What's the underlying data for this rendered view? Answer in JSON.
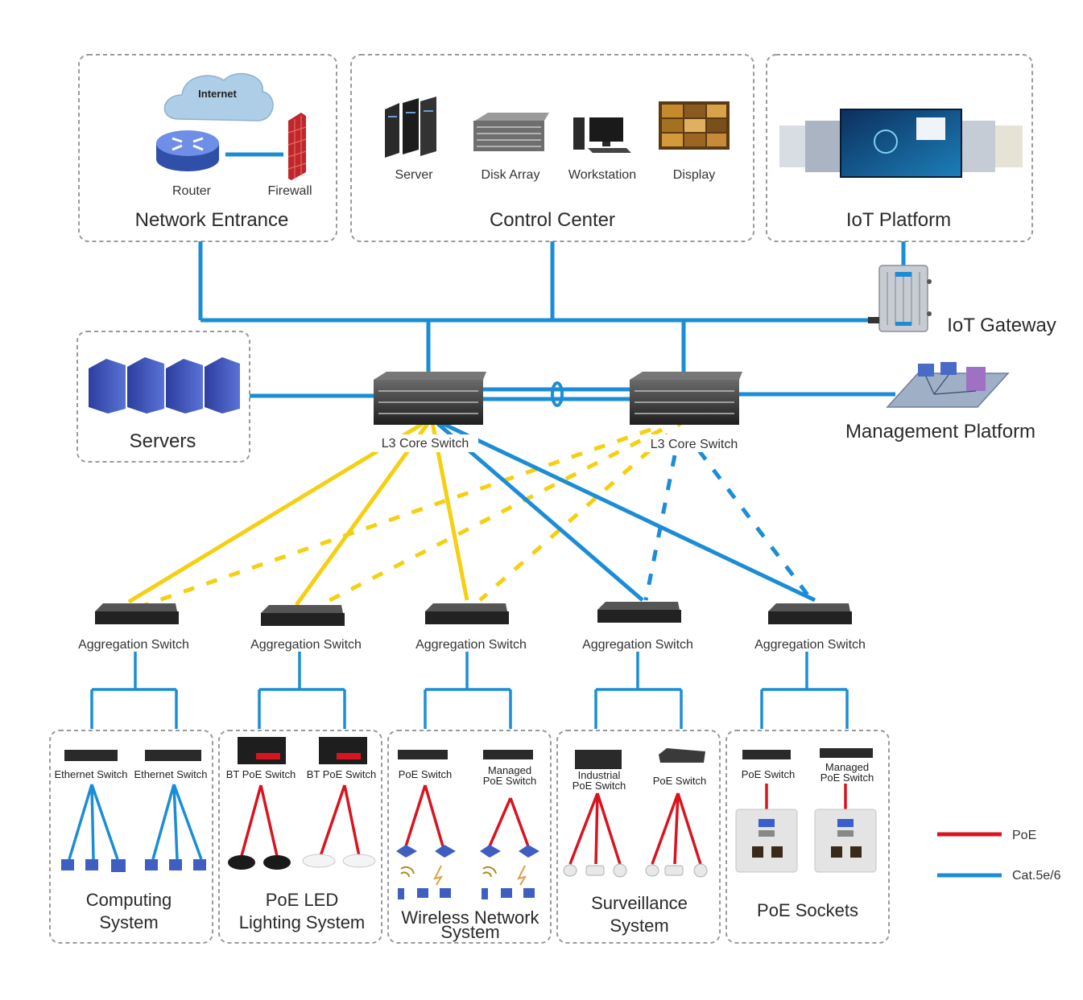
{
  "network_entrance": {
    "title": "Network Entrance",
    "internet": "Internet",
    "router": "Router",
    "firewall": "Firewall"
  },
  "control_center": {
    "title": "Control Center",
    "server": "Server",
    "disk_array": "Disk Array",
    "workstation": "Workstation",
    "display": "Display"
  },
  "iot_platform": {
    "title": "IoT Platform"
  },
  "iot_gateway": {
    "label": "IoT Gateway"
  },
  "servers": {
    "title": "Servers"
  },
  "core": {
    "left_label": "L3 Core Switch",
    "right_label": "L3 Core Switch"
  },
  "management": {
    "label": "Management Platform"
  },
  "aggregation": [
    "Aggregation Switch",
    "Aggregation Switch",
    "Aggregation Switch",
    "Aggregation Switch",
    "Aggregation Switch"
  ],
  "computing": {
    "switch_a": "Ethernet Switch",
    "switch_b": "Ethernet Switch",
    "title_1": "Computing",
    "title_2": "System"
  },
  "lighting": {
    "switch_a": "BT PoE Switch",
    "switch_b": "BT PoE Switch",
    "title_1": "PoE LED",
    "title_2": "Lighting System"
  },
  "wireless": {
    "switch_a": "PoE Switch",
    "switch_b_1": "Managed",
    "switch_b_2": "PoE Switch",
    "title_1": "Wireless Network",
    "title_2": "System"
  },
  "surveillance": {
    "switch_a_1": "Industrial",
    "switch_a_2": "PoE Switch",
    "switch_b": "PoE Switch",
    "title_1": "Surveillance",
    "title_2": "System"
  },
  "sockets": {
    "switch_a": "PoE Switch",
    "switch_b_1": "Managed",
    "switch_b_2": "PoE Switch",
    "title": "PoE Sockets"
  },
  "legend": {
    "poe": "PoE",
    "cat": "Cat.5e/6"
  },
  "colors": {
    "poe_line": "#d9141e",
    "cat_line": "#1b8dd6",
    "fiber_line": "#f5cf10"
  }
}
